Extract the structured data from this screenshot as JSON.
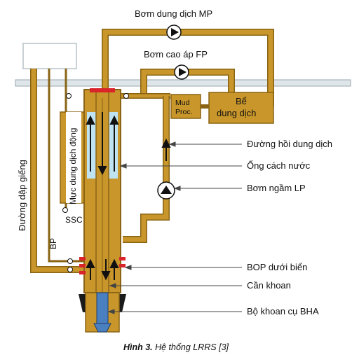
{
  "labels": {
    "mp_pump": "Bơm dung dịch MP",
    "fp_pump": "Bơm cao áp FP",
    "mud_proc_line1": "Mud",
    "mud_proc_line2": "Proc.",
    "tank_line1": "Bể",
    "tank_line2": "dung dịch",
    "return_line": "Đường hồi dung dịch",
    "riser": "Ống cách nước",
    "lp_pump": "Bơm ngầm LP",
    "subsea_bop": "BOP dưới biển",
    "drill_pipe": "Cần khoan",
    "bha": "Bộ khoan cụ BHA",
    "kill_line": "Đường dập giếng",
    "mud_level": "Mực dung dịch động",
    "ssc": "SSC",
    "bp": "BP"
  },
  "caption": {
    "prefix": "Hình 3.",
    "text": " Hệ thống LRRS [3]"
  },
  "colors": {
    "pipe": "#c8962a",
    "pipe_dark": "#8a6414",
    "riser_water": "#bfe3f3",
    "bha": "#4a7fc0",
    "platform": "#dfe6ea",
    "red_valve": "#d9242a"
  }
}
